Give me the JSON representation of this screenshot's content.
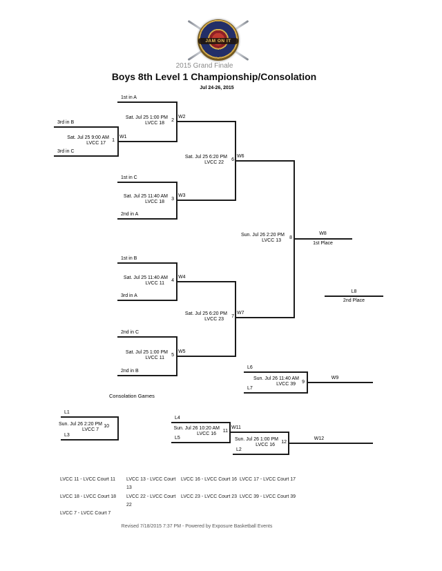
{
  "page": {
    "logo_text": "JAM ON IT",
    "event": "2015 Grand Finale",
    "title": "Boys 8th Level 1 Championship/Consolation",
    "dates": "Jul 24-26, 2015",
    "consolation_header": "Consolation Games",
    "revision": "Revised 7/18/2015 7:37 PM - Powered by Exposure Basketball Events"
  },
  "matches": {
    "m1": {
      "num": "1",
      "slot_top": "3rd in B",
      "slot_bottom": "3rd in C",
      "datetime": "Sat. Jul 25 9:00 AM",
      "court": "LVCC 17",
      "winner": "W1"
    },
    "m2": {
      "num": "2",
      "slot_top": "1st in A",
      "datetime": "Sat. Jul 25 1:00 PM",
      "court": "LVCC 18",
      "winner": "W2"
    },
    "m3": {
      "num": "3",
      "slot_top": "1st in C",
      "slot_bottom": "2nd in A",
      "datetime": "Sat. Jul 25 11:40 AM",
      "court": "LVCC 18",
      "winner": "W3"
    },
    "m4": {
      "num": "4",
      "slot_top": "1st in B",
      "slot_bottom": "3rd in A",
      "datetime": "Sat. Jul 25 11:40 AM",
      "court": "LVCC 11",
      "winner": "W4"
    },
    "m5": {
      "num": "5",
      "slot_top": "2nd in C",
      "slot_bottom": "2nd in B",
      "datetime": "Sat. Jul 25 1:00 PM",
      "court": "LVCC 11",
      "winner": "W5"
    },
    "m6": {
      "num": "6",
      "datetime": "Sat. Jul 25 6:20 PM",
      "court": "LVCC 22",
      "winner": "W6"
    },
    "m7": {
      "num": "7",
      "datetime": "Sat. Jul 25 6:20 PM",
      "court": "LVCC 23",
      "winner": "W7"
    },
    "m8": {
      "num": "8",
      "datetime": "Sun. Jul 26 2:20 PM",
      "court": "LVCC 13",
      "winner": "W8",
      "winner_caption": "1st Place"
    },
    "m9": {
      "num": "9",
      "slot_top": "L6",
      "slot_bottom": "L7",
      "datetime": "Sun. Jul 26 11:40 AM",
      "court": "LVCC 39",
      "winner": "W9"
    },
    "m10": {
      "num": "10",
      "slot_top": "L1",
      "slot_bottom": "L3",
      "datetime": "Sun. Jul 26 2:20 PM",
      "court": "LVCC 7"
    },
    "m11": {
      "num": "11",
      "slot_top": "L4",
      "slot_bottom": "L5",
      "datetime": "Sun. Jul 26 10:20 AM",
      "court": "LVCC 16",
      "winner": "W11"
    },
    "m12": {
      "num": "12",
      "slot_bottom": "L2",
      "datetime": "Sun. Jul 26 1:00 PM",
      "court": "LVCC 16",
      "winner": "W12"
    }
  },
  "placement": {
    "second_source": "L8",
    "second_caption": "2nd Place"
  },
  "legend": {
    "rows": [
      [
        "LVCC 11 - LVCC Court 11",
        "LVCC 13 - LVCC Court 13",
        "LVCC 16 - LVCC Court 16",
        "LVCC 17 - LVCC Court 17"
      ],
      [
        "LVCC 18 - LVCC Court 18",
        "LVCC 22 - LVCC Court 22",
        "LVCC 23 - LVCC Court 23",
        "LVCC 39 - LVCC Court 39"
      ],
      [
        "LVCC 7 - LVCC Court 7"
      ]
    ]
  }
}
